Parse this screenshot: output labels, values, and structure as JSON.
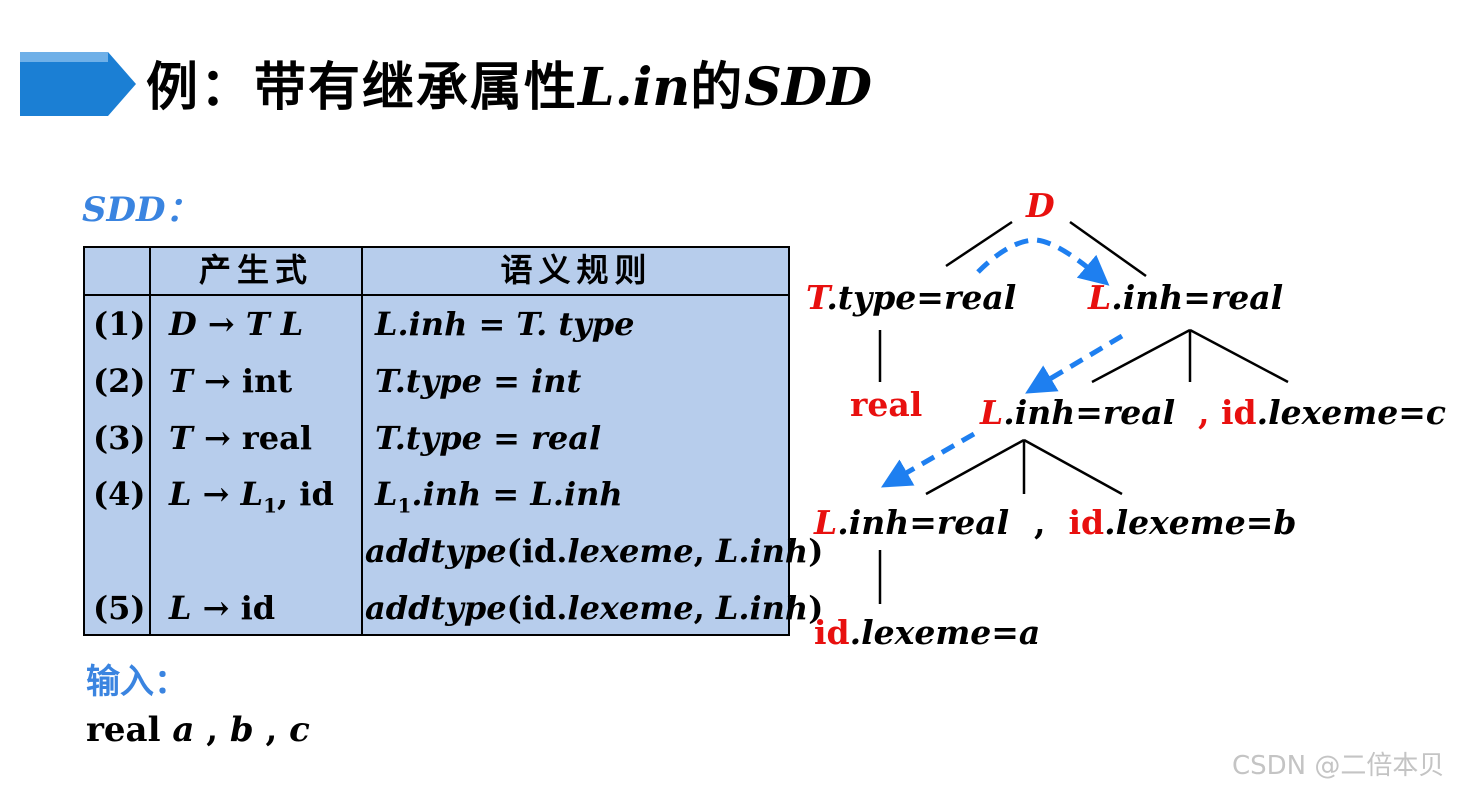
{
  "title": {
    "prefix": "例：带有继承属性",
    "attr": "L.in",
    "middle": "的",
    "suffix": "SDD"
  },
  "sdd_label": "SDD：",
  "table": {
    "headers": [
      "",
      "产生式",
      "语义规则"
    ],
    "rows": [
      {
        "num": "(1)",
        "prod": "D → T L",
        "rule": "L.inh = T. type"
      },
      {
        "num": "(2)",
        "prod": "T → int",
        "rule": "T.type = int"
      },
      {
        "num": "(3)",
        "prod": "T → real",
        "rule": "T.type = real"
      },
      {
        "num": "(4)",
        "prod": "L → L1, id",
        "rule": "L1.inh = L.inh"
      },
      {
        "num": "",
        "prod": "",
        "rule": "addtype(id.lexeme, L.inh)"
      },
      {
        "num": "(5)",
        "prod": "L → id",
        "rule": "addtype(id.lexeme, L.inh)"
      }
    ]
  },
  "input": {
    "label": "输入：",
    "value": "real a , b , c"
  },
  "tree": {
    "root": "D",
    "t_node": "T.type=real",
    "real_leaf": "real",
    "l1": "L.inh=real",
    "l2": "L.inh=real",
    "l3": "L.inh=real",
    "id_c": ", id.lexeme=c",
    "id_b": ",  id.lexeme=b",
    "id_a": "id.lexeme=a",
    "arrow_color": "#1e7ff0",
    "highlight_color": "#e8100f"
  },
  "watermark": "CSDN @二倍本贝"
}
